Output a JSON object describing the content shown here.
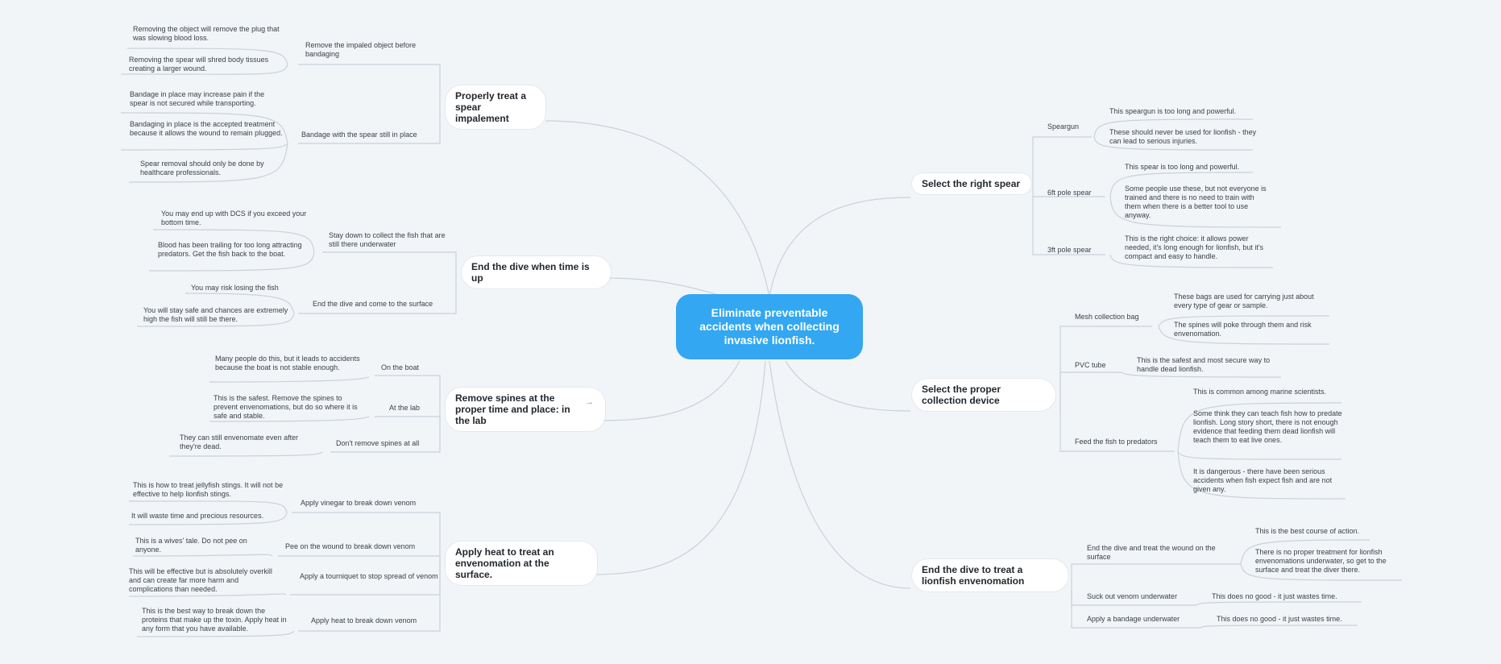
{
  "center": {
    "label": "Eliminate preventable accidents when collecting invasive lionfish."
  },
  "left": {
    "impalement": {
      "label": "Properly treat a spear impalement",
      "remove_object": {
        "label": "Remove the impaled object before bandaging",
        "notes": [
          "Removing the object will remove the plug that was slowing blood loss.",
          "Removing the spear will shred body tissues creating a larger wound."
        ]
      },
      "bandage_in_place": {
        "label": "Bandage with the spear still in place",
        "notes": [
          "Bandage in place may increase pain if the spear is not secured while transporting.",
          "Bandaging in place is the accepted treatment because it allows the wound to remain plugged.",
          "Spear removal should only be done by healthcare professionals."
        ]
      }
    },
    "end_dive": {
      "label": "End the dive when time is up",
      "stay_down": {
        "label": "Stay down to collect the fish that are still there underwater",
        "notes": [
          "You may end up with DCS if you exceed your bottom time.",
          "Blood has been trailing for too long attracting predators.  Get the fish back to the boat."
        ]
      },
      "surface": {
        "label": "End the dive and come to the surface",
        "notes": [
          "You may risk losing the fish",
          "You will stay safe and chances are extremely high the fish will still be there."
        ]
      }
    },
    "spines": {
      "label": "Remove spines at the proper time and place: in the lab",
      "boat": {
        "label": "On the boat",
        "note": "Many people do this, but it leads to accidents because the boat is not stable enough."
      },
      "lab": {
        "label": "At the lab",
        "note": "This is the safest.  Remove the spines to prevent envenomations, but do so where it is safe and stable."
      },
      "dont": {
        "label": "Don't remove spines at all",
        "note": "They can still envenomate even after they're dead."
      }
    },
    "heat": {
      "label": "Apply heat to treat an envenomation at the surface.",
      "vinegar": {
        "label": "Apply vinegar to break down venom",
        "notes": [
          "This is how to treat jellyfish stings.  It will not be effective to help lionfish stings.",
          "It will waste time and precious resources."
        ]
      },
      "pee": {
        "label": "Pee on the wound to break down venom",
        "note": "This is a wives' tale.  Do not pee on anyone."
      },
      "tourniquet": {
        "label": "Apply a tourniquet to stop spread of venom",
        "note": "This will be effective but is absolutely overkill and can create far more harm and complications than needed."
      },
      "apply_heat": {
        "label": "Apply heat to break down venom",
        "note": "This is the best way to break down the proteins that make up the toxin.  Apply heat in any form that you have available."
      }
    }
  },
  "right": {
    "spear": {
      "label": "Select the right spear",
      "speargun": {
        "label": "Speargun",
        "notes": [
          "This speargun is too long and powerful.",
          "These should never be used for lionfish - they can lead to serious injuries."
        ]
      },
      "pole6": {
        "label": "6ft pole spear",
        "notes": [
          "This spear is too long and powerful.",
          "Some people use these, but not everyone is trained and there is no need to train with them when there is a better tool to use anyway."
        ]
      },
      "pole3": {
        "label": "3ft pole spear",
        "note": "This is the right choice: it allows power needed, it's long enough for lionfish, but it's compact and easy to handle."
      }
    },
    "device": {
      "label": "Select the proper collection device",
      "mesh": {
        "label": "Mesh collection bag",
        "notes": [
          "These bags are used for carrying just about every type of gear or sample.",
          "The spines will poke through them and risk envenomation."
        ]
      },
      "pvc": {
        "label": "PVC tube",
        "note": "This is the safest and most secure way to handle dead lionfish."
      },
      "feed": {
        "label": "Feed the fish to predators",
        "notes": [
          "This is common among marine scientists.",
          "Some think they can teach fish how to predate lionfish.  Long story short, there is not enough evidence that feeding them dead lionfish will teach them to eat live ones.",
          "It is dangerous - there have been serious accidents when fish expect fish and are not given any."
        ]
      }
    },
    "envenomation": {
      "label": "End the dive to treat a lionfish envenomation",
      "treat": {
        "label": "End the dive and treat the wound on the surface",
        "notes": [
          "This is the best course of action.",
          "There is no proper treatment for lionfish envenomations underwater, so get to the surface and treat the diver there."
        ]
      },
      "suck": {
        "label": "Suck out venom underwater",
        "note": "This does no good - it just wastes time."
      },
      "bandage": {
        "label": "Apply a bandage underwater",
        "note": "This does no good - it just wastes time."
      }
    }
  },
  "colors": {
    "center": "#33a7f2",
    "line": "#c9d1d9",
    "background": "#f2f5f8"
  },
  "icons": {
    "spines_branch": "arrow-right-icon"
  }
}
